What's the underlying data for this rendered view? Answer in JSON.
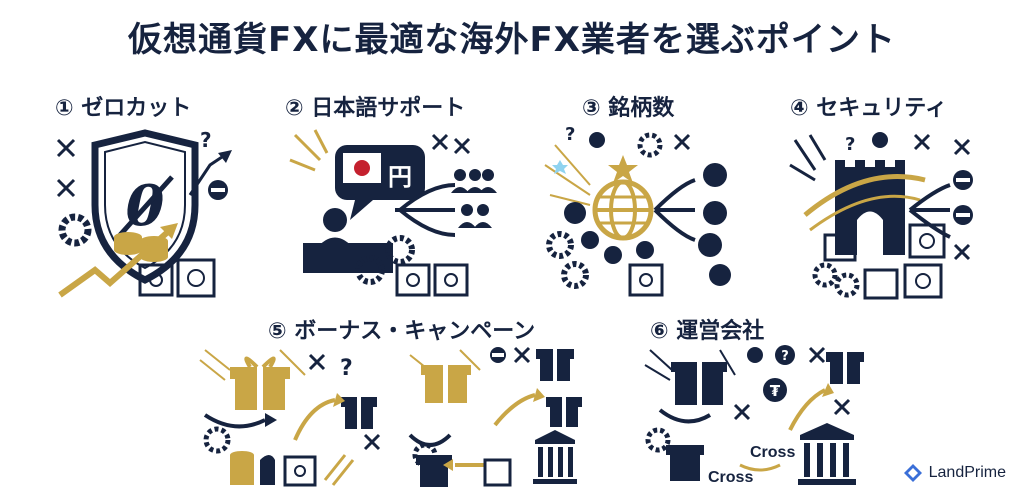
{
  "title": "仮想通貨FXに最適な海外FX業者を選ぶポイント",
  "points": [
    {
      "label": "① ゼロカット",
      "icon": "zero-cut-shield-icon"
    },
    {
      "label": "② 日本語サポート",
      "icon": "japanese-support-icon"
    },
    {
      "label": "③ 銘柄数",
      "icon": "globe-crypto-icon"
    },
    {
      "label": "④ セキュリティ",
      "icon": "castle-security-icon"
    },
    {
      "label": "⑤ ボーナス・キャンペーン",
      "icon": "gift-bonus-icon"
    },
    {
      "label": "⑥ 運営会社",
      "icon": "bank-company-icon"
    }
  ],
  "illustration_text": {
    "yen": "円",
    "cross_1": "Cross",
    "cross_2": "Cross"
  },
  "brand": {
    "name": "LandPrime",
    "icon": "landprime-logo-icon"
  },
  "colors": {
    "navy": "#16233f",
    "gold": "#c9a646",
    "flag_red": "#c4202e",
    "sky": "#8fd3f0"
  }
}
